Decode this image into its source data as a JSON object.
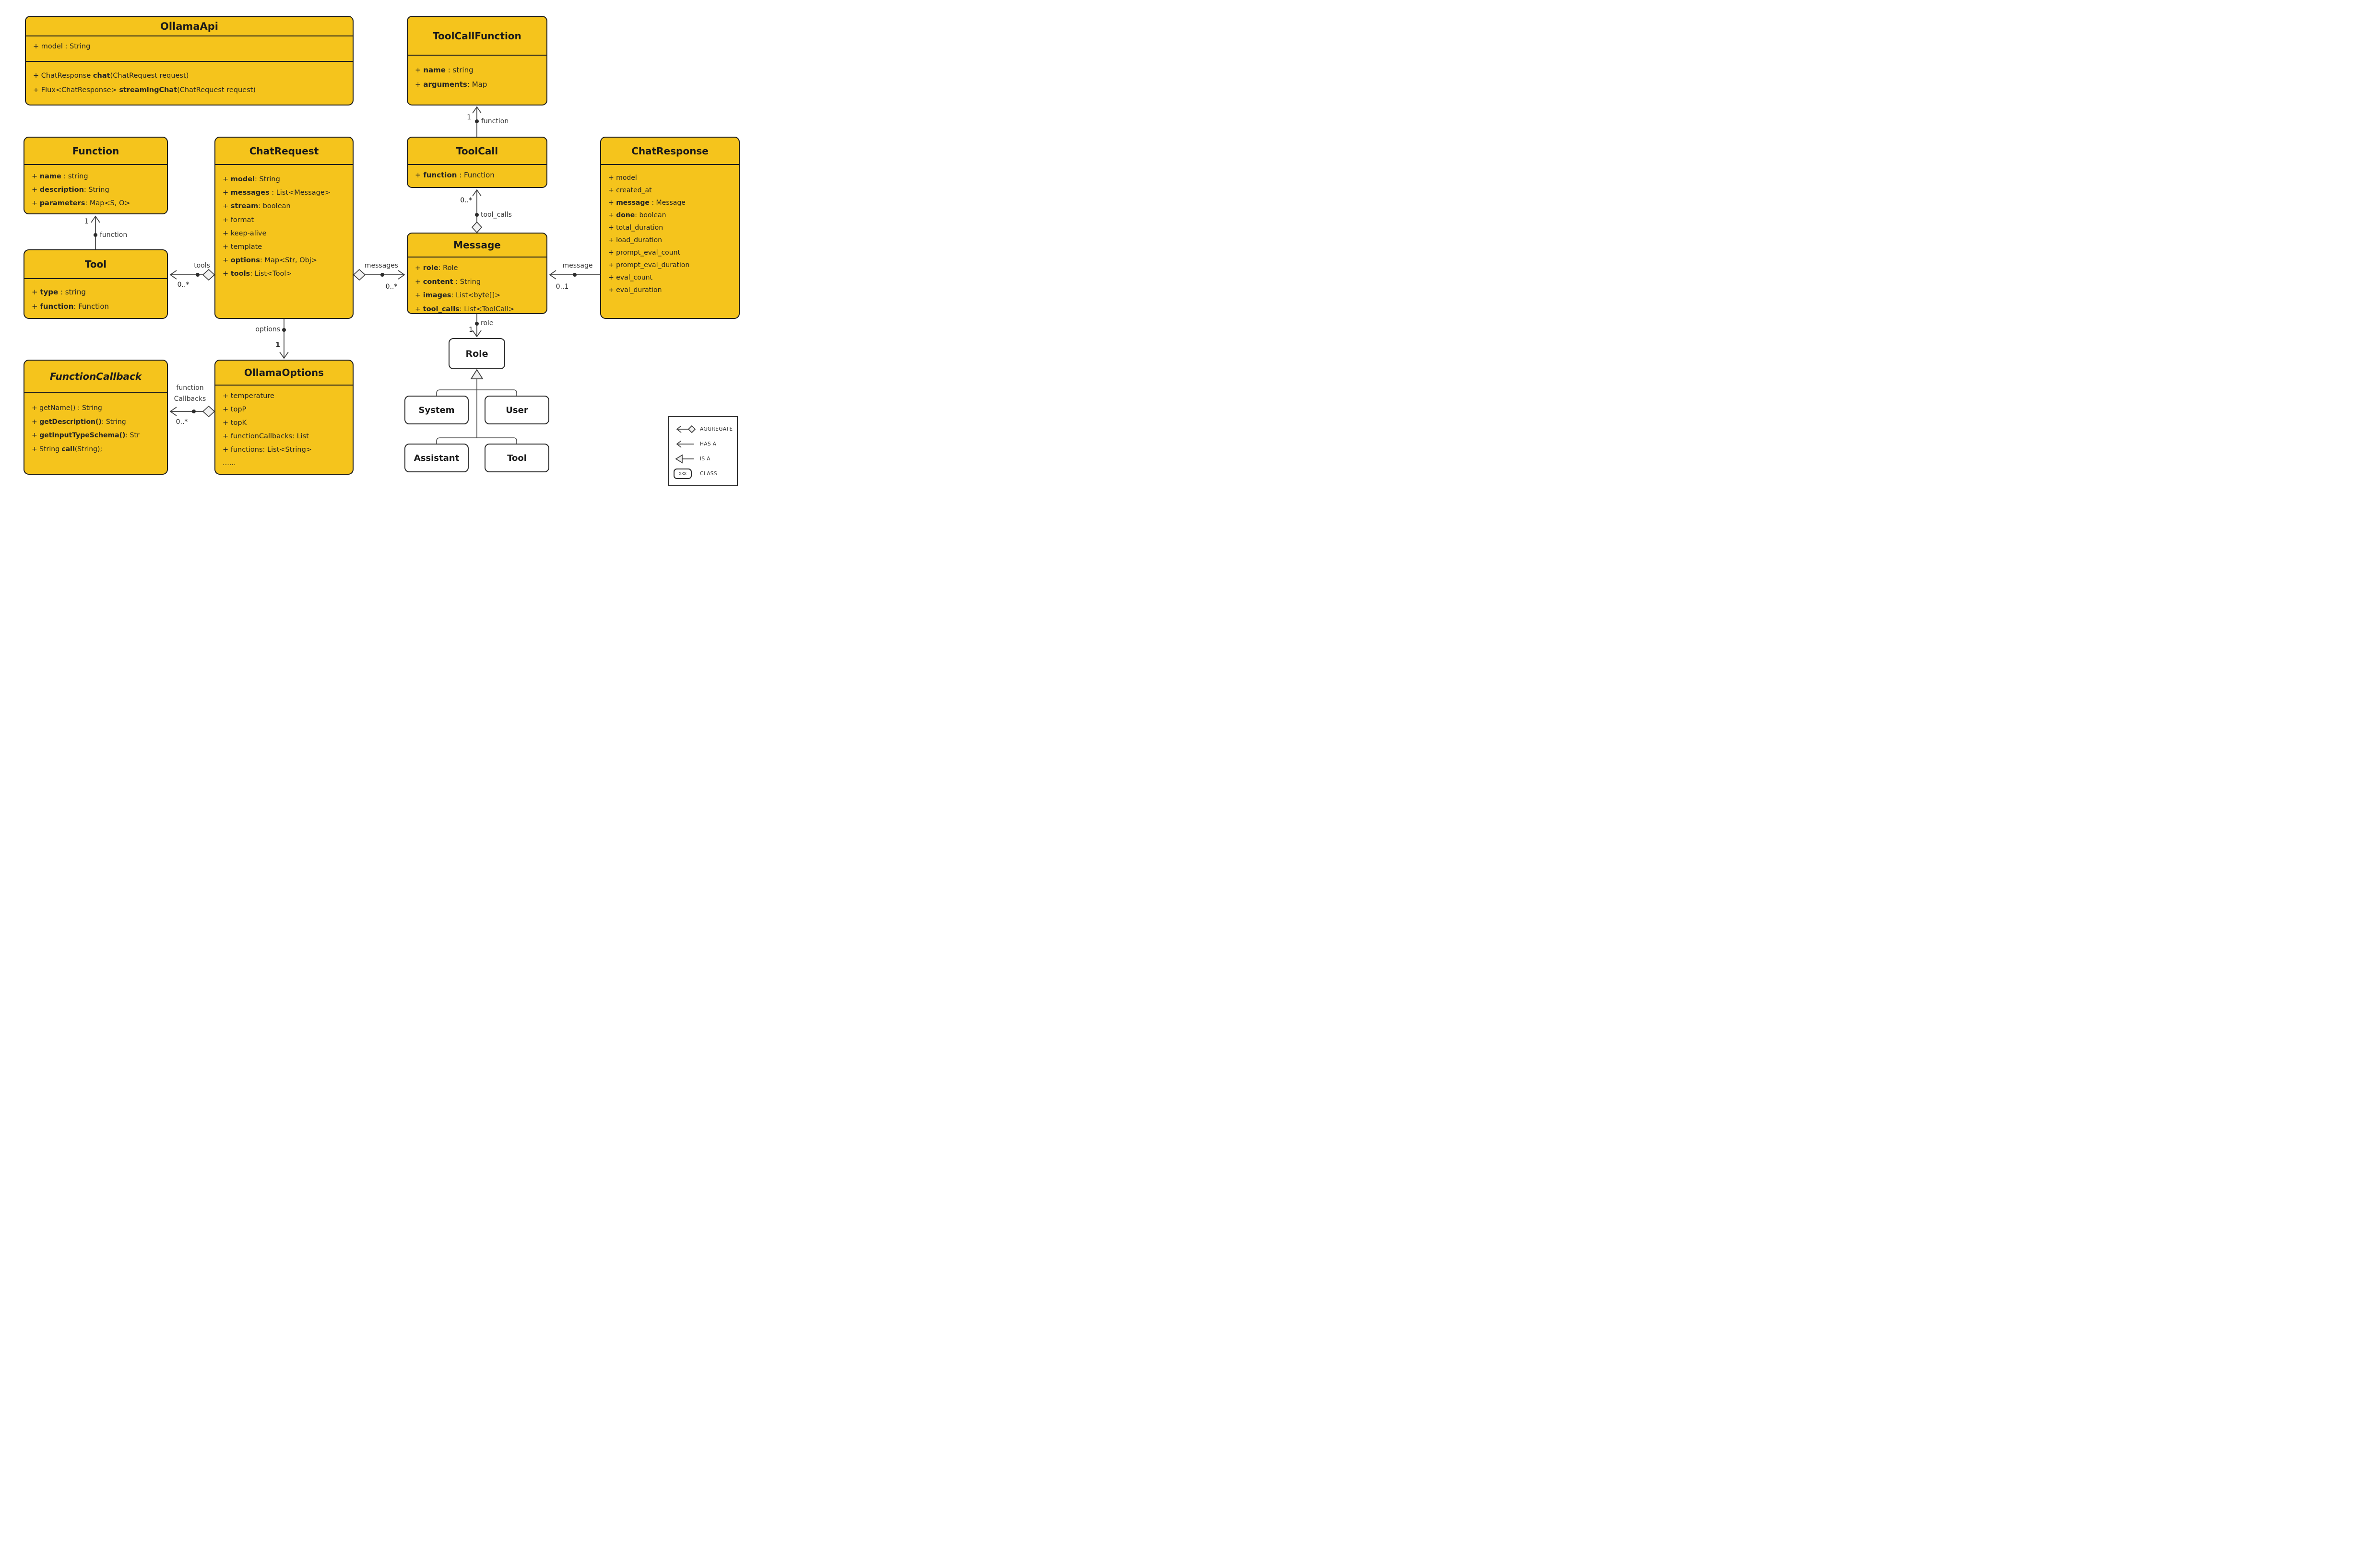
{
  "classes": {
    "ollamaApi": {
      "title": "OllamaApi",
      "attrs": [
        {
          "pre": "+ model : String"
        }
      ],
      "methods": [
        {
          "pre": "+ ChatResponse ",
          "b": "chat",
          "suf": "(ChatRequest request)"
        },
        {
          "pre": "+ Flux<ChatResponse> ",
          "b": "streamingChat",
          "suf": "(ChatRequest request)"
        }
      ]
    },
    "toolCallFunction": {
      "title": "ToolCallFunction",
      "attrs": [
        {
          "pre": "+ ",
          "b": "name",
          "suf": " : string"
        },
        {
          "pre": "+ ",
          "b": "arguments",
          "suf": ": Map"
        }
      ]
    },
    "function": {
      "title": "Function",
      "attrs": [
        {
          "pre": "+ ",
          "b": "name",
          "suf": " : string"
        },
        {
          "pre": "+ ",
          "b": "description",
          "suf": ": String"
        },
        {
          "pre": "+ ",
          "b": "parameters",
          "suf": ": Map<S, O>"
        }
      ]
    },
    "chatRequest": {
      "title": "ChatRequest",
      "attrs": [
        {
          "pre": "+ ",
          "b": "model",
          "suf": ": String"
        },
        {
          "pre": "+ ",
          "b": "messages",
          "suf": " : List<Message>"
        },
        {
          "pre": "+ ",
          "b": "stream",
          "suf": ": boolean"
        },
        {
          "pre": "+ format"
        },
        {
          "pre": "+ keep-alive"
        },
        {
          "pre": "+ template"
        },
        {
          "pre": "+ ",
          "b": "options",
          "suf": ": Map<Str, Obj>"
        },
        {
          "pre": "+ ",
          "b": "tools",
          "suf": ": List<Tool>"
        }
      ]
    },
    "toolCall": {
      "title": "ToolCall",
      "attrs": [
        {
          "pre": "+ ",
          "b": "function",
          "suf": " : Function"
        }
      ]
    },
    "chatResponse": {
      "title": "ChatResponse",
      "attrs": [
        {
          "pre": "+ model"
        },
        {
          "pre": "+ created_at"
        },
        {
          "pre": "+ ",
          "b": "message",
          "suf": " : Message"
        },
        {
          "pre": "+ ",
          "b": "done",
          "suf": ": boolean"
        },
        {
          "pre": "+ total_duration"
        },
        {
          "pre": "+ load_duration"
        },
        {
          "pre": "+ prompt_eval_count"
        },
        {
          "pre": "+ prompt_eval_duration"
        },
        {
          "pre": "+ eval_count"
        },
        {
          "pre": "+ eval_duration"
        }
      ]
    },
    "tool": {
      "title": "Tool",
      "attrs": [
        {
          "pre": "+ ",
          "b": "type",
          "suf": " : string"
        },
        {
          "pre": "+ ",
          "b": "function",
          "suf": ": Function"
        }
      ]
    },
    "message": {
      "title": "Message",
      "attrs": [
        {
          "pre": "+ ",
          "b": "role",
          "suf": ": Role"
        },
        {
          "pre": "+ ",
          "b": "content",
          "suf": " : String"
        },
        {
          "pre": "+ ",
          "b": "images",
          "suf": ": List<byte[]>"
        },
        {
          "pre": "+ ",
          "b": "tool_calls",
          "suf": ": List<ToolCall>"
        }
      ]
    },
    "functionCallback": {
      "title": "FunctionCallback",
      "attrs": [
        {
          "pre": "+ getName() : String"
        },
        {
          "pre": "+ ",
          "b": "getDescription()",
          "suf": ": String"
        },
        {
          "pre": "+ ",
          "b": "getInputTypeSchema()",
          "suf": ": Str"
        },
        {
          "pre": "+ String ",
          "b": "call",
          "suf": "(String);"
        }
      ]
    },
    "ollamaOptions": {
      "title": "OllamaOptions",
      "attrs": [
        {
          "pre": "+ temperature"
        },
        {
          "pre": "+ topP"
        },
        {
          "pre": "+ topK"
        },
        {
          "pre": "+ functionCallbacks: List"
        },
        {
          "pre": "+ functions: List<String>"
        },
        {
          "pre": "......"
        }
      ]
    },
    "role": {
      "title": "Role"
    },
    "system": {
      "title": "System"
    },
    "user": {
      "title": "User"
    },
    "assistant": {
      "title": "Assistant"
    },
    "roleTool": {
      "title": "Tool"
    }
  },
  "connections": {
    "toolcall_to_toolcallfunction": {
      "label": "function",
      "multiplicity": "1"
    },
    "tool_to_function": {
      "label": "function",
      "multiplicity": "1"
    },
    "chatrequest_tools": {
      "label": "tools",
      "multiplicity": "0..*"
    },
    "chatrequest_messages": {
      "label": "messages",
      "multiplicity": "0..*"
    },
    "chatresponse_message": {
      "label": "message",
      "multiplicity": "0..1"
    },
    "message_toolcalls": {
      "label": "tool_calls",
      "multiplicity": "0..*"
    },
    "message_role": {
      "label": "role",
      "multiplicity": "1"
    },
    "chatrequest_options": {
      "label": "options",
      "multiplicity": "1"
    },
    "ollamaoptions_functioncallbacks": {
      "label_line1": "function",
      "label_line2": "Callbacks",
      "multiplicity": "0..*"
    }
  },
  "legend": {
    "items": [
      {
        "label": "AGGREGATE"
      },
      {
        "label": "HAS A"
      },
      {
        "label": "IS A"
      },
      {
        "label": "CLASS"
      }
    ],
    "class_symbol_text": "xxx"
  },
  "colors": {
    "class_fill": "#F5C41C",
    "class_border": "#1e1e1e",
    "line": "#3f3f3f",
    "white_box_fill": "#ffffff"
  }
}
